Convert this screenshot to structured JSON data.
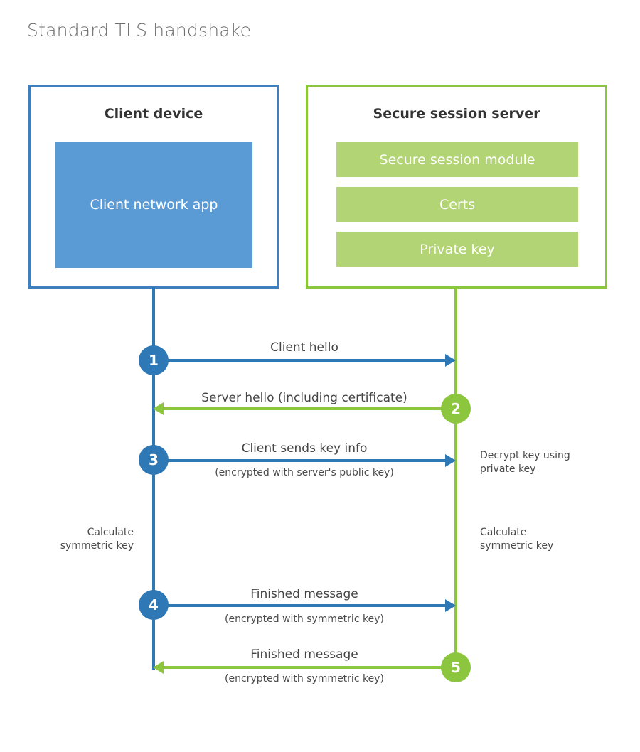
{
  "page": {
    "title": "Standard TLS handshake"
  },
  "colors": {
    "client_accent": "#2e79b5",
    "client_box_border": "#3d7fbf",
    "client_block_fill": "#5b9bd5",
    "server_accent": "#8cc63e",
    "server_block_fill": "#b2d474",
    "text": "#444444",
    "title_text": "#6d6d6d",
    "background": "#ffffff"
  },
  "client": {
    "title": "Client device",
    "block_label": "Client network app",
    "notes": [
      {
        "text_line1": "Calculate",
        "text_line2": "symmetric key"
      }
    ]
  },
  "server": {
    "title": "Secure session server",
    "bars": [
      {
        "label": "Secure session module"
      },
      {
        "label": "Certs"
      },
      {
        "label": "Private key"
      }
    ],
    "notes": [
      {
        "text_line1": "Decrypt key using",
        "text_line2": "private key"
      },
      {
        "text_line1": "Calculate",
        "text_line2": "symmetric key"
      }
    ]
  },
  "steps": [
    {
      "number": "1",
      "label": "Client hello",
      "sublabel": "",
      "direction": "client-to-server",
      "color": "#2e79b5"
    },
    {
      "number": "2",
      "label": "Server hello (including certificate)",
      "sublabel": "",
      "direction": "server-to-client",
      "color": "#8cc63e"
    },
    {
      "number": "3",
      "label": "Client sends key info",
      "sublabel": "(encrypted with server's public key)",
      "direction": "client-to-server",
      "color": "#2e79b5"
    },
    {
      "number": "4",
      "label": "Finished message",
      "sublabel": "(encrypted with symmetric key)",
      "direction": "client-to-server",
      "color": "#2e79b5"
    },
    {
      "number": "5",
      "label": "Finished message",
      "sublabel": "(encrypted with symmetric key)",
      "direction": "server-to-client",
      "color": "#8cc63e"
    }
  ]
}
